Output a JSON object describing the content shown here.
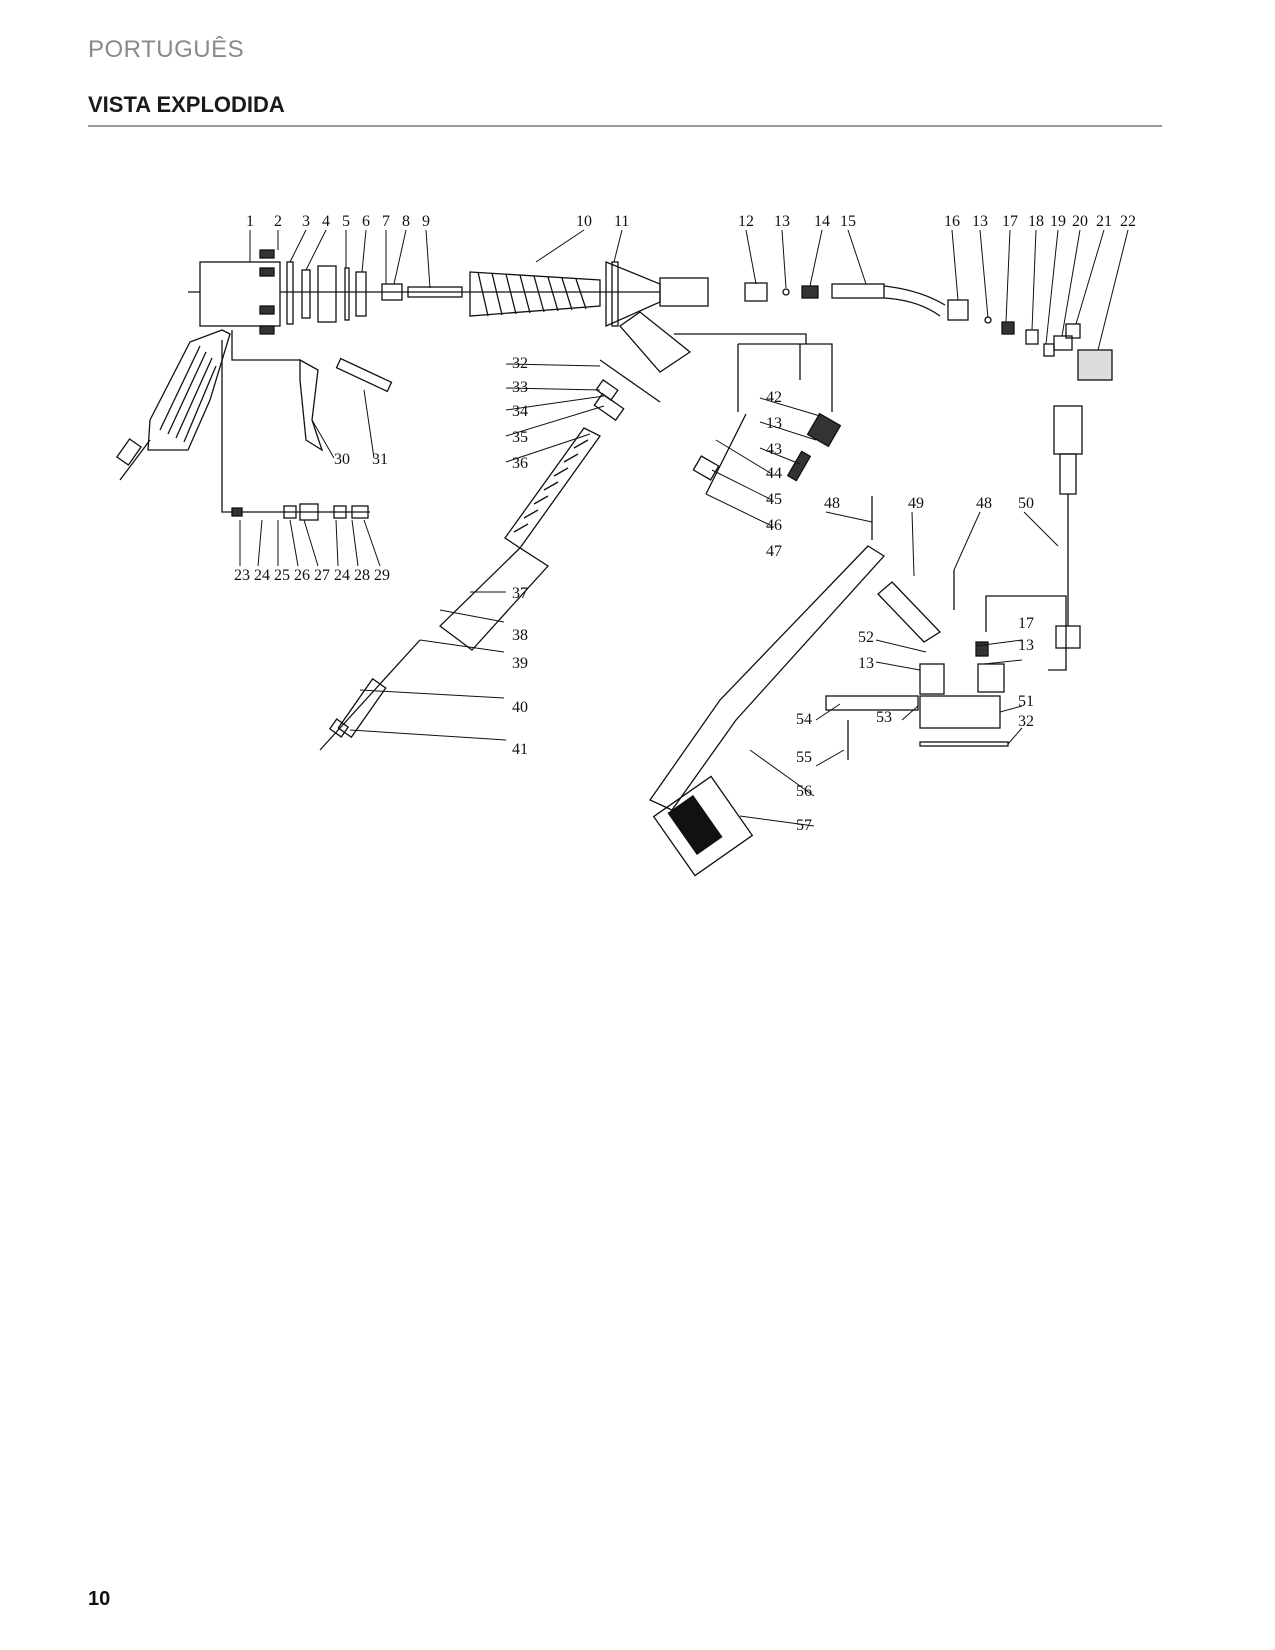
{
  "header": {
    "language": "PORTUGUÊS",
    "title": "VISTA EXPLODIDA"
  },
  "diagram": {
    "part_numbers": [
      "1",
      "2",
      "3",
      "4",
      "5",
      "6",
      "7",
      "8",
      "9",
      "10",
      "11",
      "12",
      "13",
      "14",
      "15",
      "16",
      "13",
      "17",
      "18",
      "19",
      "20",
      "21",
      "22",
      "32",
      "33",
      "34",
      "35",
      "36",
      "23",
      "24",
      "25",
      "26",
      "27",
      "24",
      "28",
      "29",
      "30",
      "31",
      "37",
      "38",
      "39",
      "40",
      "41",
      "42",
      "13",
      "43",
      "44",
      "45",
      "46",
      "47",
      "48",
      "49",
      "48",
      "50",
      "17",
      "13",
      "52",
      "13",
      "51",
      "32",
      "54",
      "53",
      "55",
      "56",
      "57"
    ]
  },
  "footer": {
    "page_number": "10"
  }
}
